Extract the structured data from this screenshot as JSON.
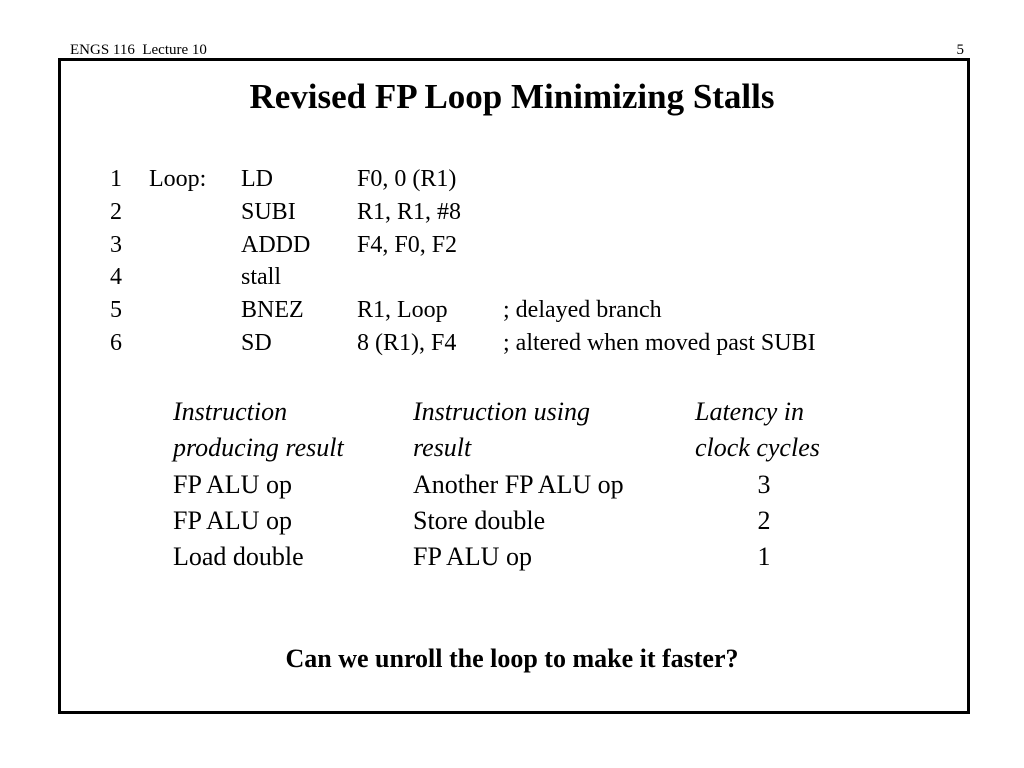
{
  "header": {
    "course": "ENGS 116  Lecture 10",
    "page_number": "5"
  },
  "title": "Revised FP Loop Minimizing Stalls",
  "code": [
    {
      "num": "1",
      "label": "Loop:",
      "op": "LD",
      "args": "F0, 0 (R1)",
      "comment": ""
    },
    {
      "num": "2",
      "label": "",
      "op": "SUBI",
      "args": "R1, R1, #8",
      "comment": ""
    },
    {
      "num": "3",
      "label": "",
      "op": "ADDD",
      "args": "F4, F0, F2",
      "comment": ""
    },
    {
      "num": "4",
      "label": "",
      "op": "stall",
      "args": "",
      "comment": ""
    },
    {
      "num": "5",
      "label": "",
      "op": "BNEZ",
      "args": "R1, Loop",
      "comment": "; delayed branch"
    },
    {
      "num": "6",
      "label": "",
      "op": "SD",
      "args": "8 (R1), F4",
      "comment": "; altered when moved past SUBI"
    }
  ],
  "latency_table": {
    "header_line1": [
      "Instruction",
      "Instruction using",
      "Latency in"
    ],
    "header_line2": [
      "producing result",
      "result",
      "clock cycles"
    ],
    "rows": [
      {
        "producer": "FP ALU op",
        "consumer": "Another FP ALU op",
        "latency": "3"
      },
      {
        "producer": "FP ALU op",
        "consumer": "Store double",
        "latency": "2"
      },
      {
        "producer": "Load double",
        "consumer": "FP ALU op",
        "latency": "1"
      }
    ]
  },
  "question": "Can we unroll the loop to make it faster?"
}
